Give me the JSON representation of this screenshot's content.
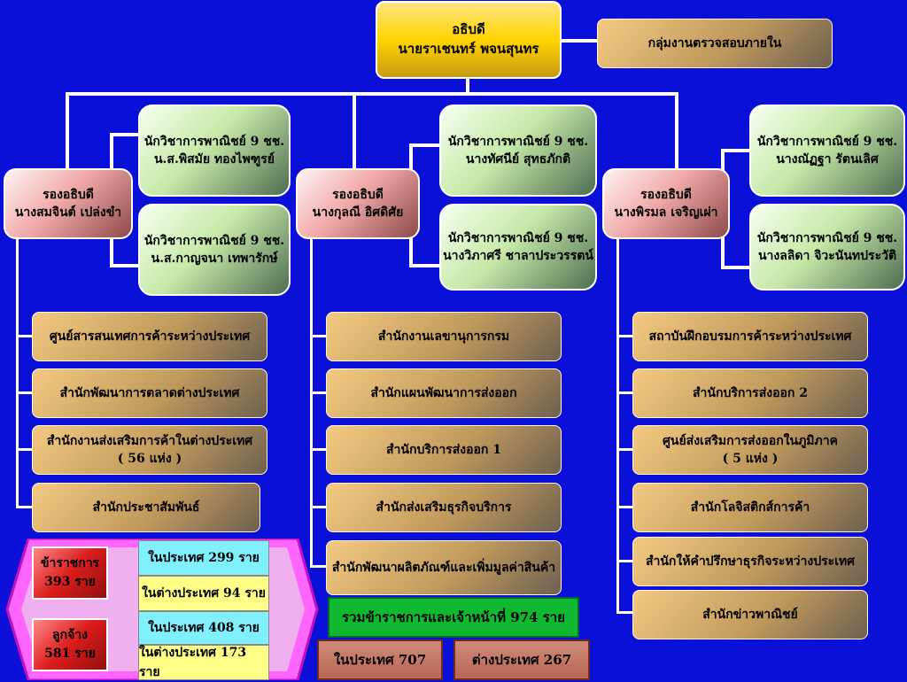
{
  "director": {
    "title": "อธิบดี",
    "name": "นายราเชนทร์ พจนสุนทร"
  },
  "audit": "กลุ่มงานตรวจสอบภายใน",
  "deputies": [
    {
      "title": "รองอธิบดี",
      "name": "นางสมจินต์ เปล่งขำ"
    },
    {
      "title": "รองอธิบดี",
      "name": "นางกุลณี อิศดิศัย"
    },
    {
      "title": "รองอธิบดี",
      "name": "นางพิรมล เจริญเผ่า"
    }
  ],
  "specialists": [
    {
      "title": "นักวิชาการพาณิชย์ 9 ชช.",
      "name": "น.ส.พิสมัย ทองไพฑูรย์"
    },
    {
      "title": "นักวิชาการพาณิชย์ 9 ชช.",
      "name": "น.ส.กาญจนา เทพารักษ์"
    },
    {
      "title": "นักวิชาการพาณิชย์ 9 ชช.",
      "name": "นางทัศนีย์ สุทธภักติ"
    },
    {
      "title": "นักวิชาการพาณิชย์ 9 ชช.",
      "name": "นางวิภาศรี ชาลาประวรรตน์"
    },
    {
      "title": "นักวิชาการพาณิชย์ 9 ชช.",
      "name": "นางณัฏฐา รัตนเลิศ"
    },
    {
      "title": "นักวิชาการพาณิชย์ 9 ชช.",
      "name": "นางลลิดา จิวะนันทประวัติ"
    }
  ],
  "col1": [
    {
      "line1": "ศูนย์สารสนเทศการค้าระหว่างประเทศ",
      "line2": ""
    },
    {
      "line1": "สำนักพัฒนาการตลาดต่างประเทศ",
      "line2": ""
    },
    {
      "line1": "สำนักงานส่งเสริมการค้าในต่างประเทศ",
      "line2": "( 56 แห่ง )"
    },
    {
      "line1": "สำนักประชาสัมพันธ์",
      "line2": ""
    }
  ],
  "col2": [
    {
      "line1": "สำนักงานเลขานุการกรม"
    },
    {
      "line1": "สำนักแผนพัฒนาการส่งออก"
    },
    {
      "line1": "สำนักบริการส่งออก 1"
    },
    {
      "line1": "สำนักส่งเสริมธุรกิจบริการ"
    },
    {
      "line1": "สำนักพัฒนาผลิตภัณฑ์และเพิ่มมูลค่าสินค้า"
    }
  ],
  "col3": [
    {
      "line1": "สถาบันฝึกอบรมการค้าระหว่างประเทศ",
      "line2": ""
    },
    {
      "line1": "สำนักบริการส่งออก 2",
      "line2": ""
    },
    {
      "line1": "ศูนย์ส่งเสริมการส่งออกในภูมิภาค",
      "line2": "( 5 แห่ง )"
    },
    {
      "line1": "สำนักโลจิสติกส์การค้า",
      "line2": ""
    },
    {
      "line1": "สำนักให้คำปรึกษาธุรกิจระหว่างประเทศ",
      "line2": ""
    },
    {
      "line1": "สำนักข่าวพาณิชย์",
      "line2": ""
    }
  ],
  "staff": {
    "civil": {
      "label": "ข้าราชการ",
      "count": "393 ราย",
      "domestic": "ในประเทศ 299 ราย",
      "abroad": "ในต่างประเทศ 94 ราย"
    },
    "employee": {
      "label": "ลูกจ้าง",
      "count": "581 ราย",
      "domestic": "ในประเทศ 408 ราย",
      "abroad": "ในต่างประเทศ 173 ราย"
    }
  },
  "total": "รวมข้าราชการและเจ้าหน้าที่ 974 ราย",
  "split": {
    "domestic": "ในประเทศ 707",
    "abroad": "ต่างประเทศ 267"
  },
  "colors": {
    "background": "#0a10d8",
    "gold": "#f4ca82",
    "green": "#c6e8a8",
    "pink": "#f0a8a8"
  }
}
